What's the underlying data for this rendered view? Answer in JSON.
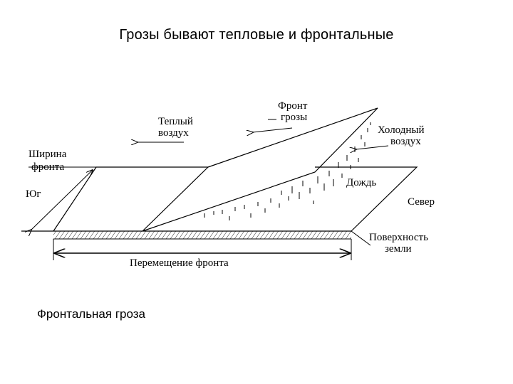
{
  "slide": {
    "title": "Грозы бывают тепловые и фронтальные",
    "caption": "Фронтальная гроза"
  },
  "diagram": {
    "labels": {
      "warm_air_line1": "Теплый",
      "warm_air_line2": "воздух",
      "front_line1": "Фронт",
      "front_line2": "грозы",
      "cold_air_line1": "Холодный",
      "cold_air_line2": "воздух",
      "front_width_line1": "Ширина",
      "front_width_line2": "фронта",
      "south": "Юг",
      "rain": "Дождь",
      "north": "Север",
      "surface_line1": "Поверхность",
      "surface_line2": "земли",
      "front_movement": "Перемещение фронта"
    },
    "colors": {
      "ink": "#000000",
      "background": "#ffffff"
    }
  }
}
